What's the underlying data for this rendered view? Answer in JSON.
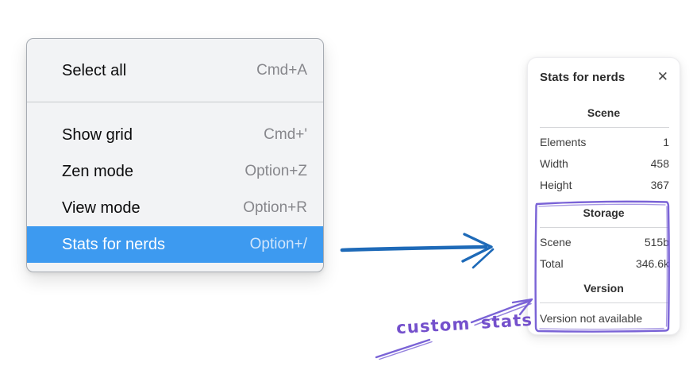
{
  "colors": {
    "menu_highlight_blue": "#3d9af0",
    "flow_arrow_blue": "#1e6ab8",
    "annotation_purple": "#7a63d6",
    "menu_background": "#f2f3f5",
    "panel_background": "#ffffff"
  },
  "context_menu": {
    "items": [
      {
        "label": "Select all",
        "shortcut": "Cmd+A",
        "selected": false
      },
      {
        "label": "Show grid",
        "shortcut": "Cmd+'",
        "selected": false
      },
      {
        "label": "Zen mode",
        "shortcut": "Option+Z",
        "selected": false
      },
      {
        "label": "View mode",
        "shortcut": "Option+R",
        "selected": false
      },
      {
        "label": "Stats for nerds",
        "shortcut": "Option+/",
        "selected": true
      }
    ]
  },
  "stats_panel": {
    "title": "Stats for nerds",
    "icons": {
      "close": "✕"
    },
    "scene_section": {
      "header": "Scene",
      "rows": [
        {
          "label": "Elements",
          "value": "1"
        },
        {
          "label": "Width",
          "value": "458"
        },
        {
          "label": "Height",
          "value": "367"
        }
      ]
    },
    "storage_section": {
      "header": "Storage",
      "rows": [
        {
          "label": "Scene",
          "value": "515b"
        },
        {
          "label": "Total",
          "value": "346.6k"
        }
      ]
    },
    "version_section": {
      "header": "Version",
      "note": "Version not available"
    }
  },
  "annotation": {
    "label": "custom stats"
  }
}
